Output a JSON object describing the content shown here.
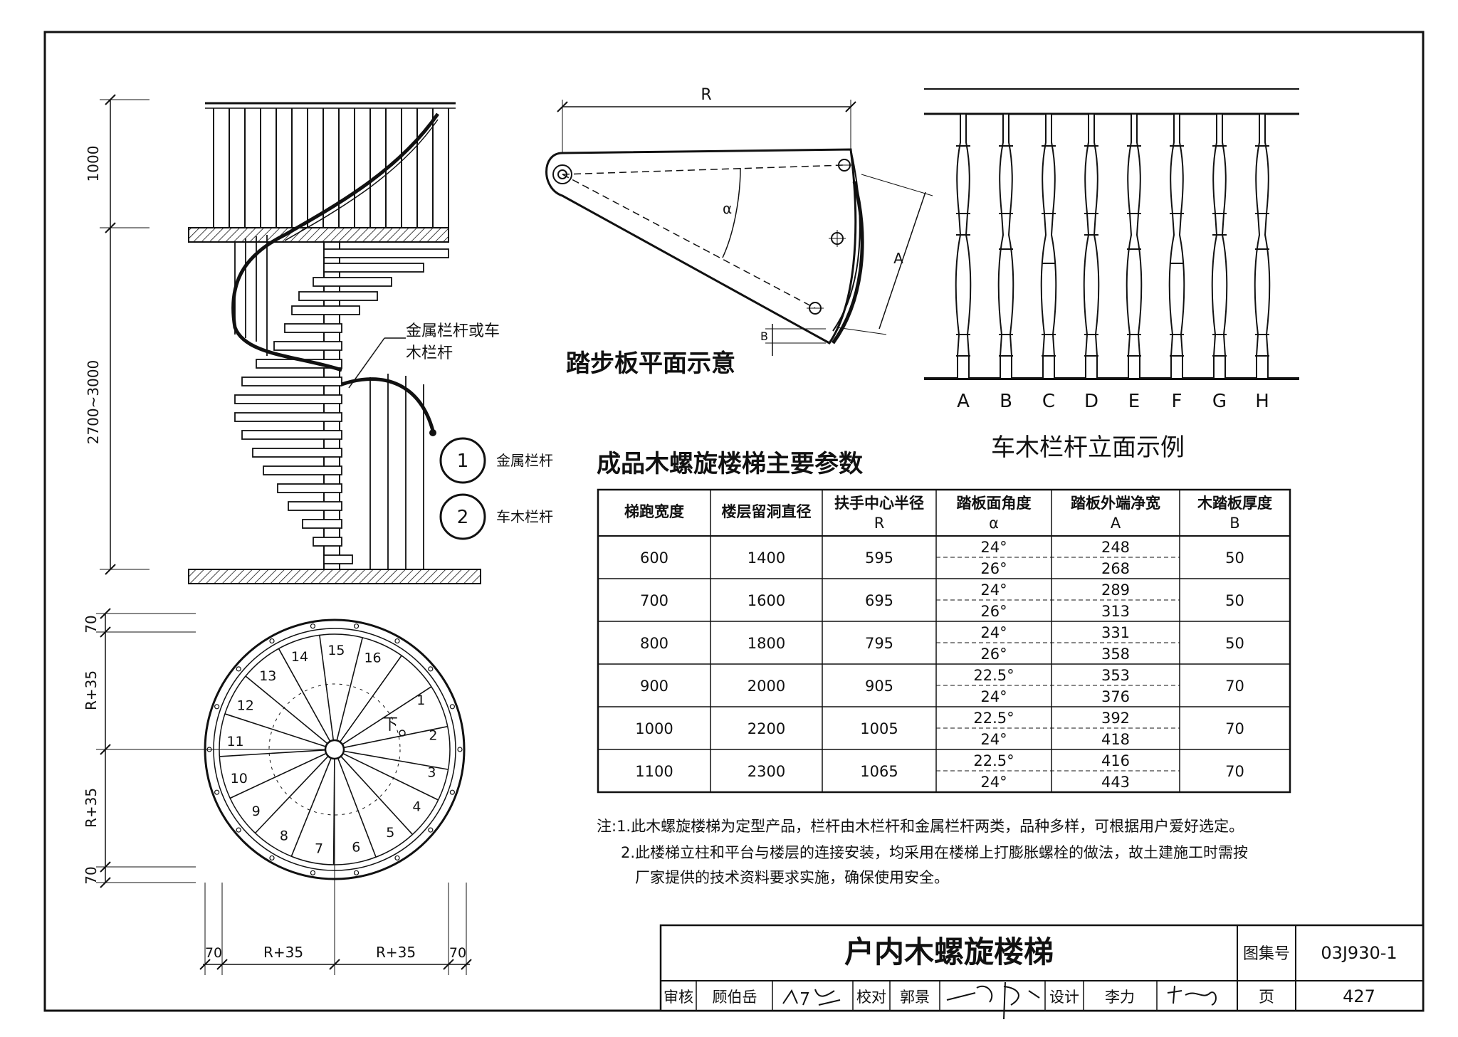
{
  "elevation": {
    "dims": [
      "1000",
      "2700~3000"
    ],
    "callout": [
      "金属栏杆或车",
      "木栏杆"
    ],
    "legend": [
      {
        "num": "1",
        "label": "金属栏杆"
      },
      {
        "num": "2",
        "label": "车木栏杆"
      }
    ]
  },
  "tread": {
    "title": "踏步板平面示意",
    "labels": {
      "R": "R",
      "alpha": "α",
      "A": "A",
      "B": "B"
    }
  },
  "balusters": {
    "title": "车木栏杆立面示例",
    "letters": [
      "A",
      "B",
      "C",
      "D",
      "E",
      "F",
      "G",
      "H"
    ]
  },
  "plan": {
    "dims_v": [
      "70",
      "R+35",
      "R+35",
      "70"
    ],
    "dims_h": [
      "70",
      "R+35",
      "R+35",
      "70"
    ],
    "steps": [
      "1",
      "2",
      "3",
      "4",
      "5",
      "6",
      "7",
      "8",
      "9",
      "10",
      "11",
      "12",
      "13",
      "14",
      "15",
      "16"
    ],
    "down_label": "下"
  },
  "params": {
    "title": "成品木螺旋楼梯主要参数",
    "headers": [
      {
        "l1": "梯跑宽度",
        "l2": ""
      },
      {
        "l1": "楼层留洞直径",
        "l2": ""
      },
      {
        "l1": "扶手中心半径",
        "l2": "R"
      },
      {
        "l1": "踏板面角度",
        "l2": "α"
      },
      {
        "l1": "踏板外端净宽",
        "l2": "A"
      },
      {
        "l1": "木踏板厚度",
        "l2": "B"
      }
    ],
    "rows": [
      {
        "w": "600",
        "d": "1400",
        "r": "595",
        "a1": "24°",
        "a2": "26°",
        "A1": "248",
        "A2": "268",
        "b": "50"
      },
      {
        "w": "700",
        "d": "1600",
        "r": "695",
        "a1": "24°",
        "a2": "26°",
        "A1": "289",
        "A2": "313",
        "b": "50"
      },
      {
        "w": "800",
        "d": "1800",
        "r": "795",
        "a1": "24°",
        "a2": "26°",
        "A1": "331",
        "A2": "358",
        "b": "50"
      },
      {
        "w": "900",
        "d": "2000",
        "r": "905",
        "a1": "22.5°",
        "a2": "24°",
        "A1": "353",
        "A2": "376",
        "b": "70"
      },
      {
        "w": "1000",
        "d": "2200",
        "r": "1005",
        "a1": "22.5°",
        "a2": "24°",
        "A1": "392",
        "A2": "418",
        "b": "70"
      },
      {
        "w": "1100",
        "d": "2300",
        "r": "1065",
        "a1": "22.5°",
        "a2": "24°",
        "A1": "416",
        "A2": "443",
        "b": "70"
      }
    ]
  },
  "notes": [
    "注:1.此木螺旋楼梯为定型产品，栏杆由木栏杆和金属栏杆两类，品种多样，可根据用户爱好选定。",
    "2.此楼梯立柱和平台与楼层的连接安装，均采用在楼梯上打膨胀螺栓的做法，故土建施工时需按",
    "厂家提供的技术资料要求实施，确保使用安全。"
  ],
  "titleblock": {
    "title": "户内木螺旋楼梯",
    "atlas_label": "图集号",
    "atlas_no": "03J930-1",
    "review_label": "审核",
    "reviewer": "顾伯岳",
    "check_label": "校对",
    "checker": "郭景",
    "design_label": "设计",
    "designer": "李力",
    "page_label": "页",
    "page_no": "427"
  }
}
